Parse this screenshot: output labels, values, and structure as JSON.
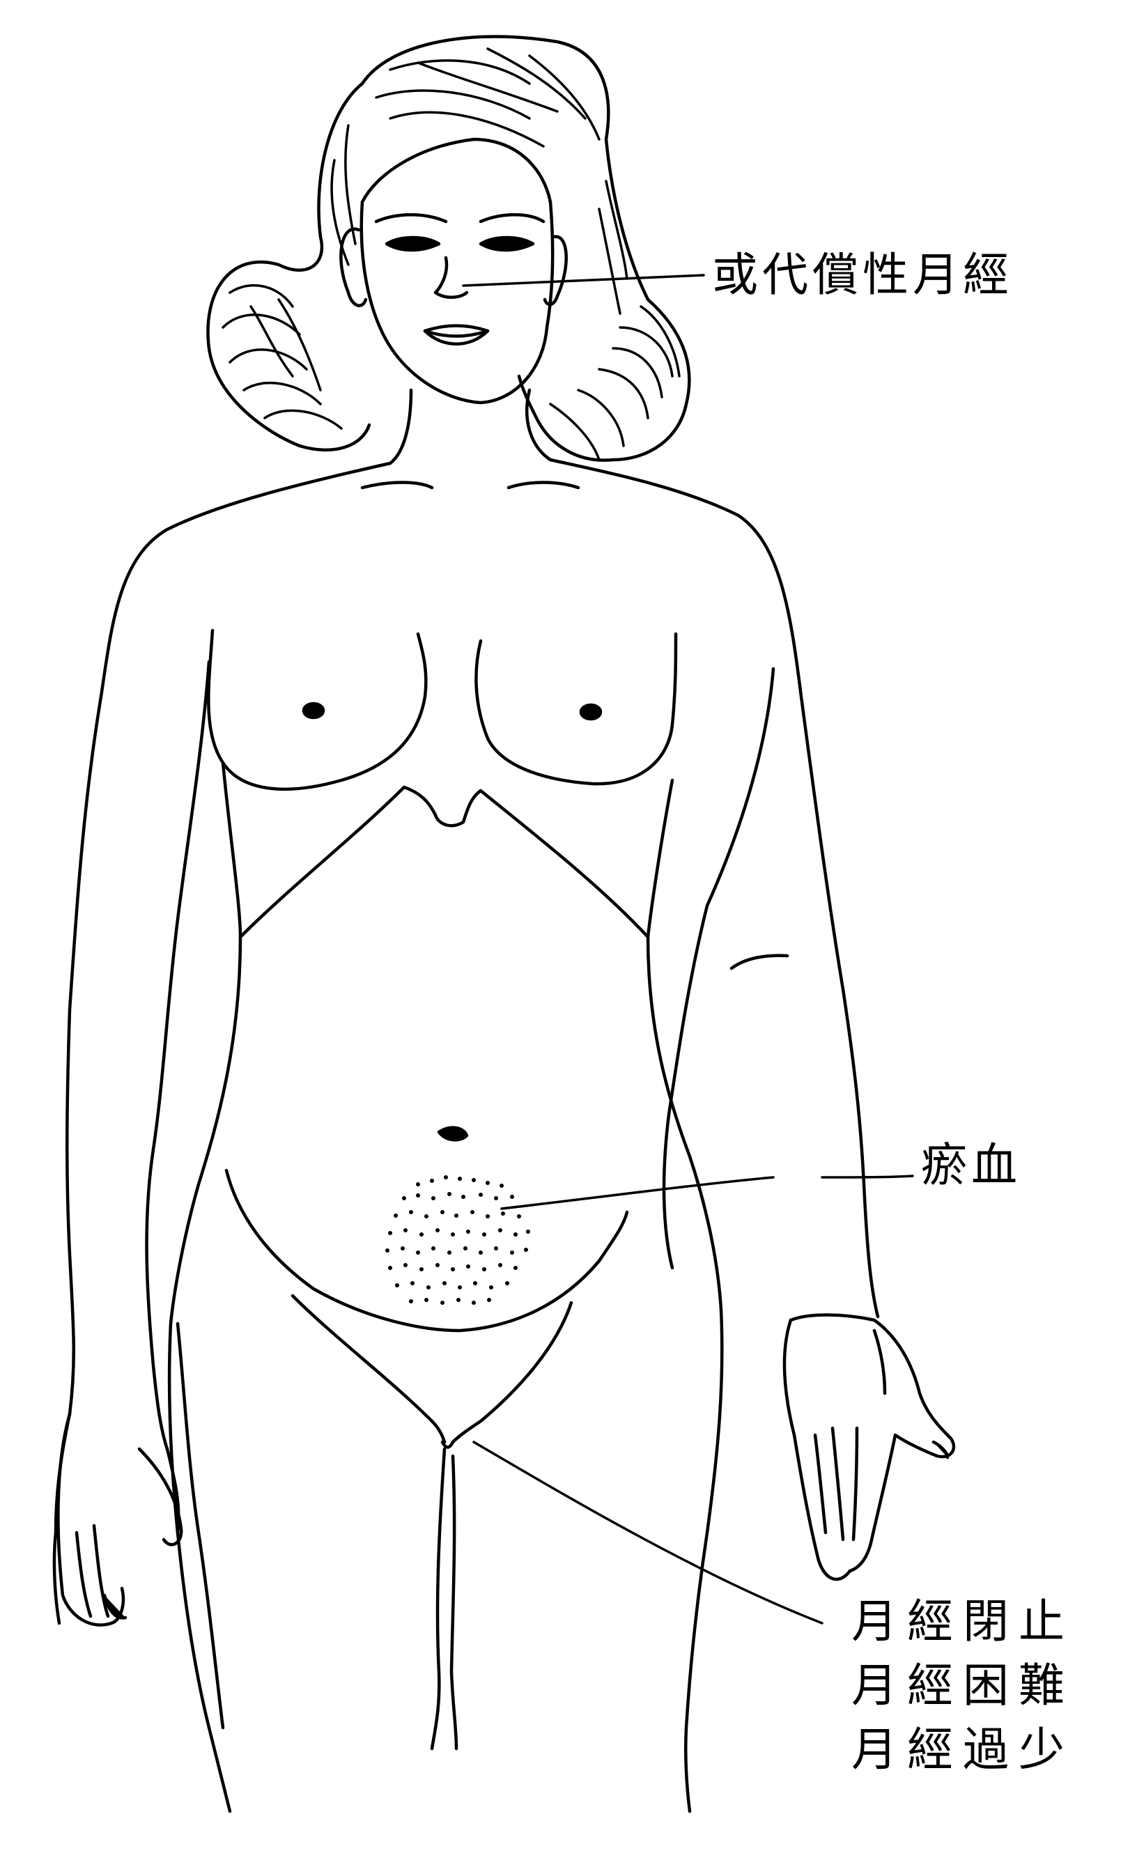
{
  "labels": {
    "face": "或代償性月經",
    "stasis": "瘀血",
    "menstrual": [
      "月經閉止",
      "月經困難",
      "月經過少"
    ]
  },
  "colors": {
    "line": "#000000",
    "background": "#ffffff"
  }
}
